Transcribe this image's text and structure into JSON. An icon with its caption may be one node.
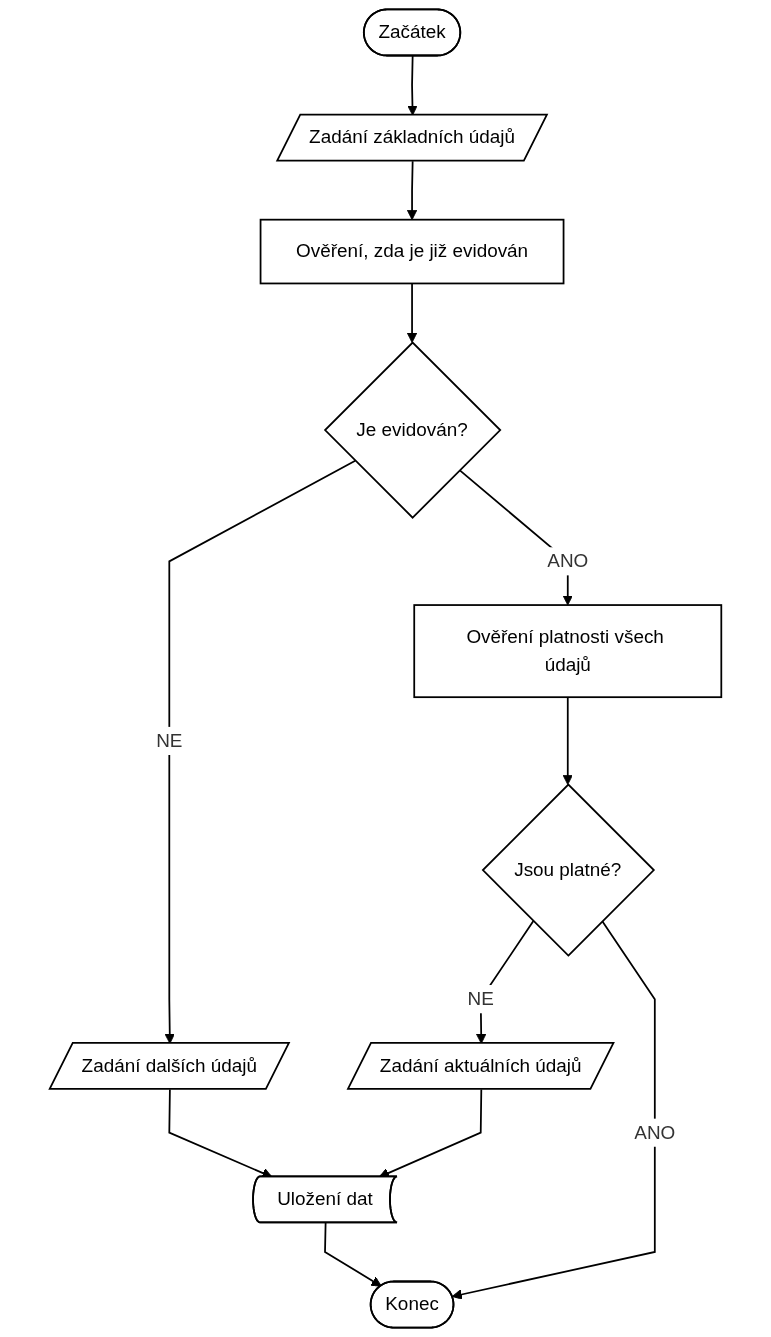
{
  "diagram": {
    "nodes": [
      {
        "text": [
          "Začátek"
        ]
      },
      {
        "text": [
          "Zadání základních údajů"
        ]
      },
      {
        "text": [
          "Ověření, zda je již evidován"
        ]
      },
      {
        "text": [
          "Je evidován?"
        ]
      },
      {
        "text": [
          "Zadání dalších údajů"
        ]
      },
      {
        "text": [
          "Ověření platnosti všech údajů"
        ]
      },
      {
        "text": [
          "Jsou platné?"
        ]
      },
      {
        "text": [
          "Zadání aktuálních údajů"
        ]
      },
      {
        "text": [
          "Uložení dat"
        ]
      },
      {
        "text": [
          "Konec"
        ]
      }
    ],
    "edges": [
      {
        "from": 0,
        "to": 1,
        "arrow": "to"
      },
      {
        "from": 1,
        "to": 2,
        "arrow": "to"
      },
      {
        "from": 2,
        "to": 3,
        "arrow": "to"
      },
      {
        "from": 3,
        "to": 4,
        "label": "NE",
        "arrow": "to"
      },
      {
        "from": 3,
        "to": 5,
        "label": "ANO",
        "arrow": "to"
      },
      {
        "from": 5,
        "to": 6,
        "arrow": "to"
      },
      {
        "from": 6,
        "to": 7,
        "label": "NE",
        "arrow": "to"
      },
      {
        "from": 6,
        "to": 9,
        "label": "ANO",
        "arrow": "to"
      },
      {
        "from": 4,
        "to": 8,
        "arrow": "to"
      },
      {
        "from": 7,
        "to": 8,
        "arrow": "to"
      },
      {
        "from": 8,
        "to": 9,
        "arrow": "to"
      }
    ]
  }
}
